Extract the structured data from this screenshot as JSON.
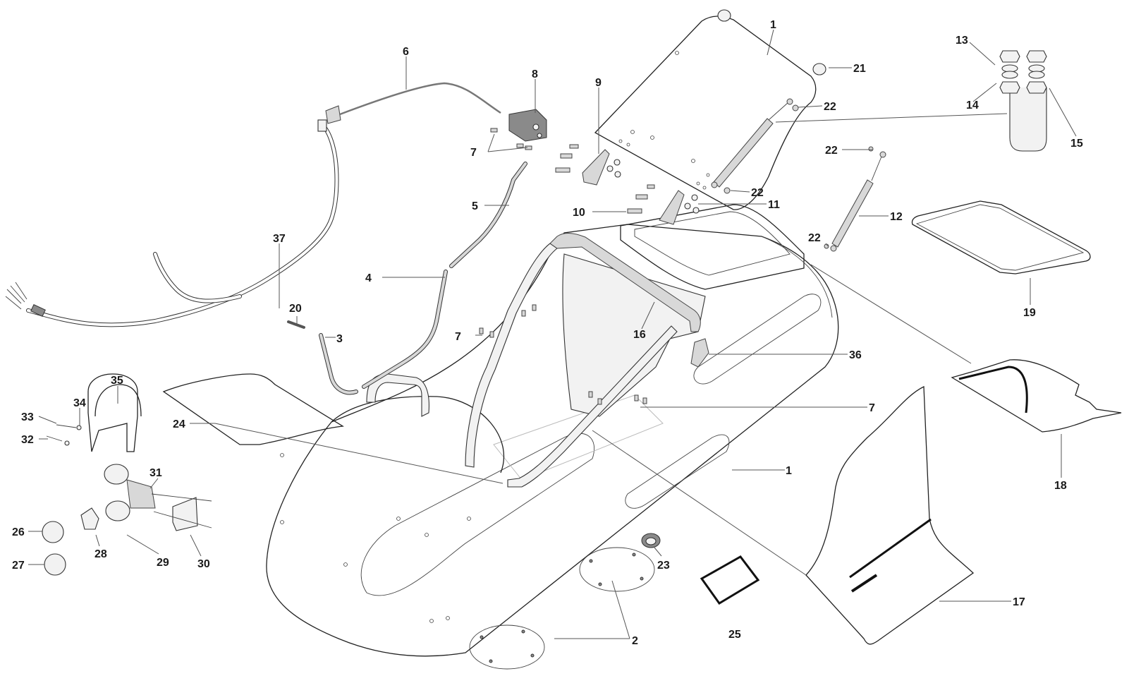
{
  "diagram": {
    "title": "Sidecar body exploded parts view",
    "callouts": [
      {
        "id": "c1a",
        "label": "1",
        "part": "lid"
      },
      {
        "id": "c1b",
        "label": "1",
        "part": "body"
      },
      {
        "id": "c2",
        "label": "2",
        "part": "round-cover"
      },
      {
        "id": "c3",
        "label": "3",
        "part": "trim-strip-lower"
      },
      {
        "id": "c4",
        "label": "4",
        "part": "trim-strip-middle"
      },
      {
        "id": "c5",
        "label": "5",
        "part": "trim-strip-upper"
      },
      {
        "id": "c6",
        "label": "6",
        "part": "release-cable"
      },
      {
        "id": "c7a",
        "label": "7",
        "part": "screw-lock"
      },
      {
        "id": "c7b",
        "label": "7",
        "part": "screw-side"
      },
      {
        "id": "c7c",
        "label": "7",
        "part": "screw-floor"
      },
      {
        "id": "c8",
        "label": "8",
        "part": "lid-lock"
      },
      {
        "id": "c9",
        "label": "9",
        "part": "hinge-left"
      },
      {
        "id": "c10",
        "label": "10",
        "part": "hinge-bolt"
      },
      {
        "id": "c11",
        "label": "11",
        "part": "hinge-right"
      },
      {
        "id": "c12",
        "label": "12",
        "part": "gas-strut"
      },
      {
        "id": "c13",
        "label": "13",
        "part": "nut-top"
      },
      {
        "id": "c14",
        "label": "14",
        "part": "washer"
      },
      {
        "id": "c15",
        "label": "15",
        "part": "nut-lower"
      },
      {
        "id": "c16",
        "label": "16",
        "part": "rear-grab-rail"
      },
      {
        "id": "c17",
        "label": "17",
        "part": "side-panel-trim"
      },
      {
        "id": "c18",
        "label": "18",
        "part": "trunk-liner"
      },
      {
        "id": "c19",
        "label": "19",
        "part": "trunk-seal"
      },
      {
        "id": "c20",
        "label": "20",
        "part": "pin"
      },
      {
        "id": "c21",
        "label": "21",
        "part": "rubber-buffer"
      },
      {
        "id": "c22a",
        "label": "22",
        "part": "nut-strut-top-a"
      },
      {
        "id": "c22b",
        "label": "22",
        "part": "nut-strut-bottom-a"
      },
      {
        "id": "c22c",
        "label": "22",
        "part": "nut-strut-top-b"
      },
      {
        "id": "c22d",
        "label": "22",
        "part": "nut-strut-bottom-b"
      },
      {
        "id": "c23",
        "label": "23",
        "part": "grommet"
      },
      {
        "id": "c24",
        "label": "24",
        "part": "floor-mat"
      },
      {
        "id": "c25",
        "label": "25",
        "part": "gasket"
      },
      {
        "id": "c26",
        "label": "26",
        "part": "lamp-upper"
      },
      {
        "id": "c27",
        "label": "27",
        "part": "lamp-lower"
      },
      {
        "id": "c28",
        "label": "28",
        "part": "lamp-holder"
      },
      {
        "id": "c29",
        "label": "29",
        "part": "lamp-bracket"
      },
      {
        "id": "c30",
        "label": "30",
        "part": "mount-plate"
      },
      {
        "id": "c31",
        "label": "31",
        "part": "screw-bracket"
      },
      {
        "id": "c32",
        "label": "32",
        "part": "bolt-lower"
      },
      {
        "id": "c33",
        "label": "33",
        "part": "bolt-upper"
      },
      {
        "id": "c34",
        "label": "34",
        "part": "washer-bracket"
      },
      {
        "id": "c35",
        "label": "35",
        "part": "lamp-guard"
      },
      {
        "id": "c36",
        "label": "36",
        "part": "side-trim"
      },
      {
        "id": "c37",
        "label": "37",
        "part": "wiring-harness"
      }
    ]
  }
}
